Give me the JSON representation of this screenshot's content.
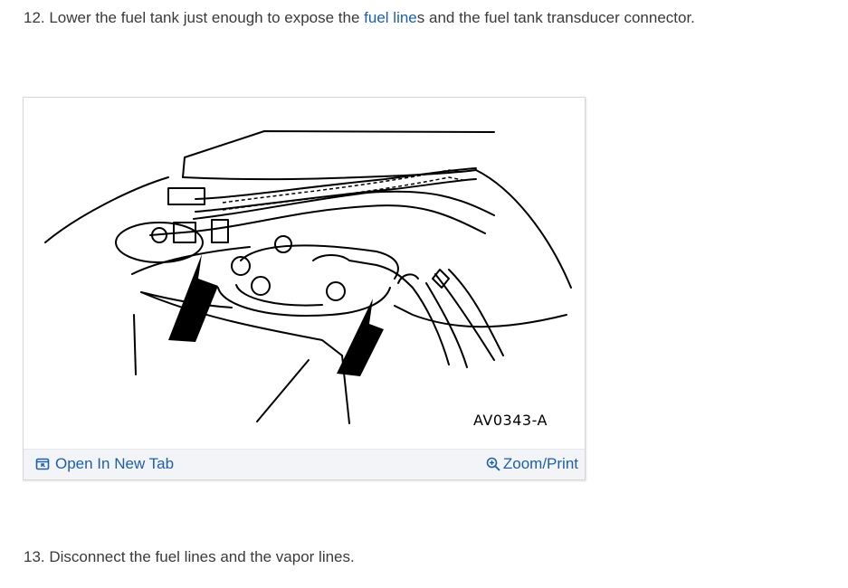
{
  "steps": {
    "step12": {
      "before": "12. Lower the fuel tank just enough to expose the ",
      "link": "fuel line",
      "after": "s and the fuel tank transducer connector."
    },
    "step13": {
      "text": "13. Disconnect the fuel lines and the vapor lines."
    }
  },
  "figure": {
    "label": "AV0343-A",
    "open_tab_label": "Open In New Tab",
    "zoom_print_label": "Zoom/Print",
    "icons": [
      "open-in-new-tab-icon",
      "zoom-in-icon"
    ],
    "link_color": "#1f5fa8",
    "bar_color": "#f2f4f7"
  }
}
